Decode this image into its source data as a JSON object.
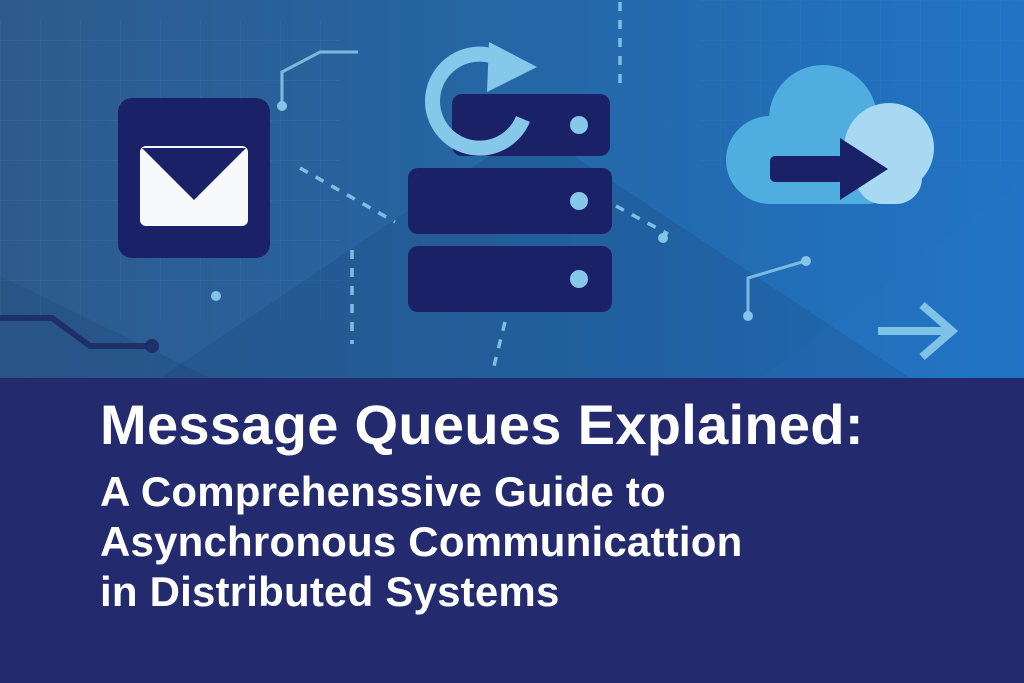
{
  "banner": {
    "heading": "Message Queues Explained:",
    "subtitle_lines": [
      "A Comprehenssive Guide to",
      "Asynchronous Communicattion",
      "in Distributed Systems"
    ]
  },
  "illustration": {
    "icons": [
      "envelope-icon",
      "refresh-arrow-icon",
      "server-stack-icon",
      "cloud-icon",
      "cloud-arrow-icon",
      "flow-arrow-icon"
    ]
  },
  "colors": {
    "background_left": "#2d5a8c",
    "background_right": "#2174c6",
    "panel_navy": "#232b6e",
    "icon_navy": "#1b2167",
    "accent_light_blue": "#86c8ea",
    "cloud_medium_blue": "#4fade0",
    "cloud_light_blue": "#a9d9f2",
    "text_white": "#ffffff"
  }
}
